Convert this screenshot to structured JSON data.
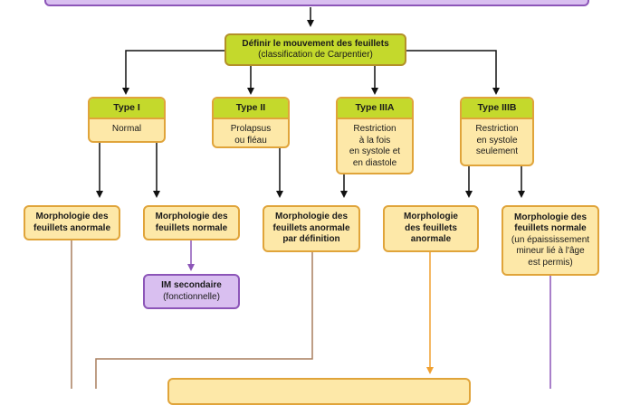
{
  "decision": {
    "title": "Définir le mouvement des feuillets",
    "subtitle": "(classification de Carpentier)"
  },
  "types": [
    {
      "header": "Type I",
      "body": "Normal"
    },
    {
      "header": "Type II",
      "body": "Prolapsus\nou fléau"
    },
    {
      "header": "Type IIIA",
      "body": "Restriction\nà la fois\nen systole et\nen diastole"
    },
    {
      "header": "Type IIIB",
      "body": "Restriction\nen systole\nseulement"
    }
  ],
  "morphology": [
    {
      "bold": "Morphologie des\nfeuillets anormale",
      "note": ""
    },
    {
      "bold": "Morphologie des\nfeuillets normale",
      "note": ""
    },
    {
      "bold": "Morphologie des\nfeuillets anormale\npar définition",
      "note": ""
    },
    {
      "bold": "Morphologie\ndes feuillets\nanormale",
      "note": ""
    },
    {
      "bold": "Morphologie des\nfeuillets normale",
      "note": "(un épaississement\nmineur lié à l'âge\nest permis)"
    }
  ],
  "secondary": {
    "title": "IM secondaire",
    "subtitle": "(fonctionnelle)"
  },
  "colors": {
    "green": "#c4d92c",
    "yellow": "#fde8a8",
    "orange_border": "#e0a43a",
    "purple": "#d9bff0",
    "purple_line": "#8c55b8",
    "brown_line": "#a97f5e",
    "orange_line": "#f0a030"
  }
}
